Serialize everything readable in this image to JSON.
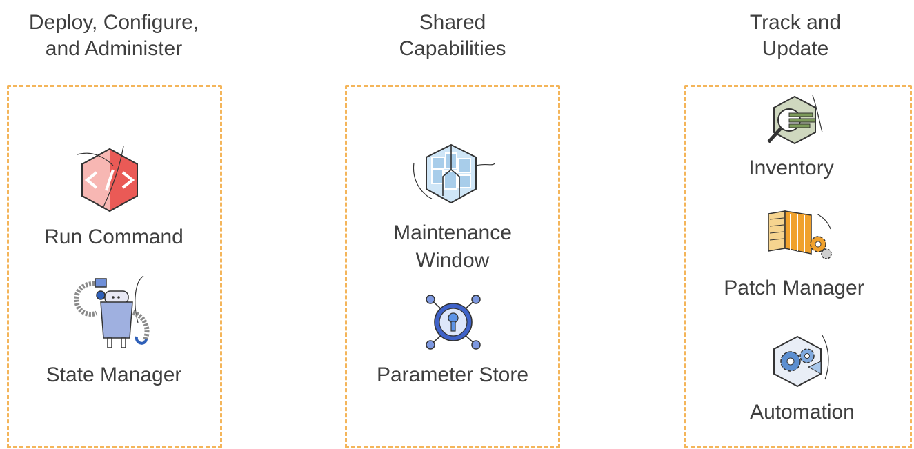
{
  "columns": [
    {
      "title_lines": [
        "Deploy,  Configure,",
        "and Administer"
      ],
      "items": [
        {
          "label_lines": [
            "Run Command"
          ],
          "icon": "run-command-icon"
        },
        {
          "label_lines": [
            "State Manager"
          ],
          "icon": "state-manager-icon"
        }
      ]
    },
    {
      "title_lines": [
        "Shared",
        "Capabilities"
      ],
      "items": [
        {
          "label_lines": [
            "Maintenance",
            "Window"
          ],
          "icon": "maintenance-window-icon"
        },
        {
          "label_lines": [
            "Parameter  Store"
          ],
          "icon": "parameter-store-icon"
        }
      ]
    },
    {
      "title_lines": [
        "Track and",
        "Update"
      ],
      "items": [
        {
          "label_lines": [
            "Inventory"
          ],
          "icon": "inventory-icon"
        },
        {
          "label_lines": [
            "Patch Manager"
          ],
          "icon": "patch-manager-icon"
        },
        {
          "label_lines": [
            "Automation"
          ],
          "icon": "automation-icon"
        }
      ]
    }
  ],
  "colors": {
    "box_border": "#f4b55a",
    "text": "#3f3f3f",
    "run_command": "#e8534f",
    "state_manager": "#9aa9db",
    "maintenance_window": "#a8cdea",
    "parameter_store": "#3f62c8",
    "inventory": "#7c9a5a",
    "patch_manager": "#f0a12c",
    "automation": "#5c8fd1"
  }
}
